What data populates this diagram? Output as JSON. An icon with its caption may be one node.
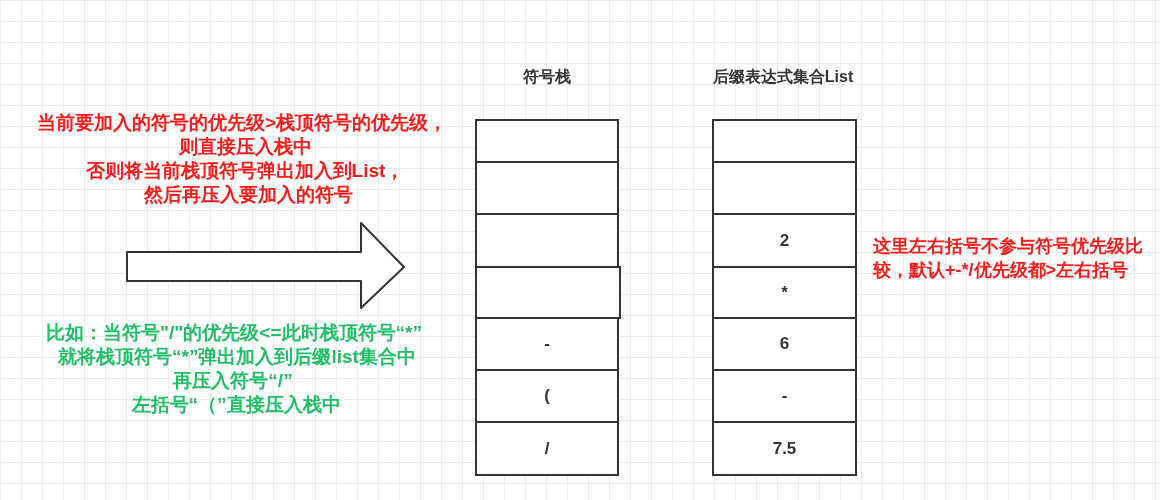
{
  "diagram": {
    "nodes": [
      {
        "text": [],
        "shape": "box"
      },
      {
        "text": [],
        "shape": "box"
      },
      {
        "text": [],
        "shape": "box"
      },
      {
        "text": [],
        "shape": "box"
      },
      {
        "text": [
          "-"
        ]
      },
      {
        "text": [
          "("
        ]
      },
      {
        "text": [
          "/"
        ]
      },
      {
        "text": [],
        "shape": "box"
      },
      {
        "text": [],
        "shape": "box"
      },
      {
        "text": [
          "2"
        ]
      },
      {
        "text": [
          "*"
        ]
      },
      {
        "text": [
          "6"
        ]
      },
      {
        "text": [
          "-"
        ]
      },
      {
        "text": [
          "7.5"
        ]
      }
    ],
    "labels": [
      "符号栈",
      "后缀表达式集合List",
      "当前要加入的符号的优先级>栈顶符号的优先级，",
      "则直接压入栈中",
      "否则将当前栈顶符号弹出加入到List，",
      "然后再压入要加入的符号",
      "这里左右括号不参与符号优先级比较，默认+-*/优先级都>左右括号",
      "比如：当符号\"/\"的优先级<=此时栈顶符号“*”",
      "就将栈顶符号“*”弹出加入到后缀list集合中",
      "再压入符号“/”",
      "左括号“（”直接压入栈中"
    ]
  }
}
